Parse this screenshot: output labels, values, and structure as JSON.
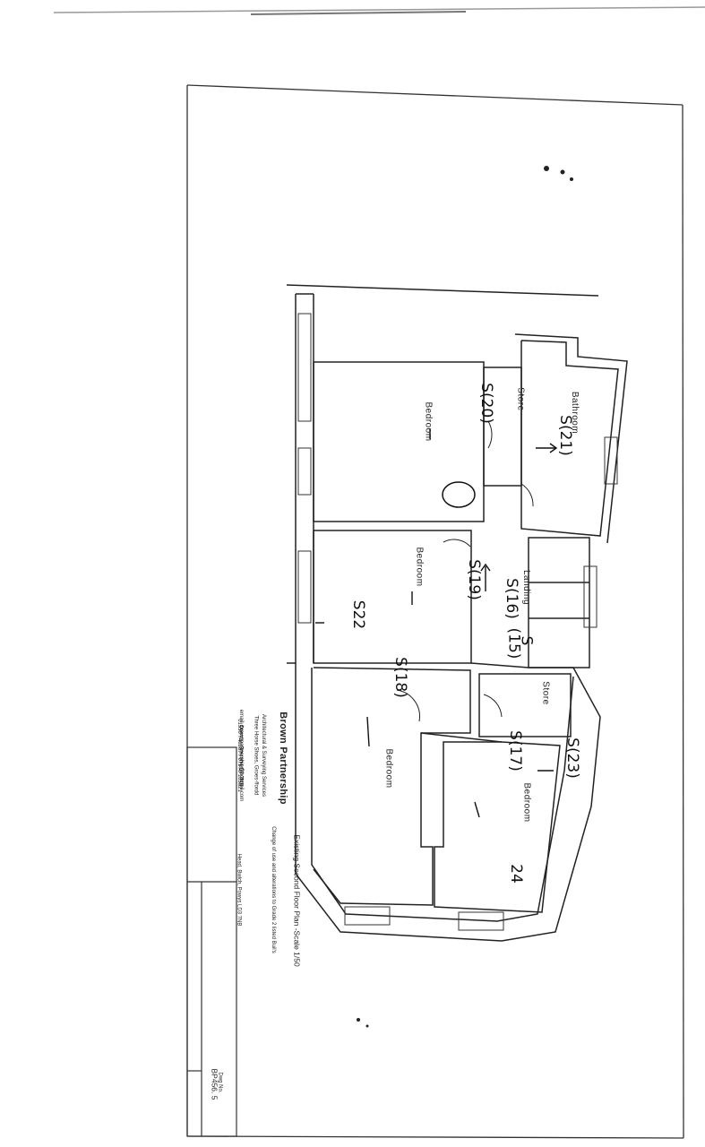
{
  "rooms": {
    "bathroom": "Bathroom",
    "store_top": "Store",
    "bedroom_1": "Bedroom",
    "bedroom_2": "Bedroom",
    "landing": "Landing",
    "store_bottom": "Store",
    "bedroom_3": "Bedroom",
    "bedroom_4": "Bedroom"
  },
  "title_block": {
    "firm": "Brown Partnership",
    "firm_line1": "Architectural & Surveying Services",
    "firm_line2": "Three Horse Shoes, Groes-ffordd",
    "firm_line3": "Cwmdu, Brecon  LD3 7NB",
    "firm_line4": "01550 740287 / 07970 185521",
    "firm_line5": "email: brownpartnership@hotmail.com",
    "drawing_title": "Existing Second Floor Plan -Scale 1/50",
    "project_line1": "Change of use and alterations to Grade 2 listed Buil's",
    "project_line2": "Head, Bwlch, Powys LD3 7NB",
    "dwg_no_label": "Dwg No.",
    "dwg_no": "BP456. 5"
  },
  "annotations": {
    "s20": "S(20)",
    "s21": "S(21)",
    "s19": "S(19)",
    "s16": "S(16)",
    "n15": "(15)",
    "s_land": "S",
    "s22": "S22",
    "s18": "S(18)",
    "s17": "S(17)",
    "s23": "S(23)",
    "n24": "24"
  }
}
